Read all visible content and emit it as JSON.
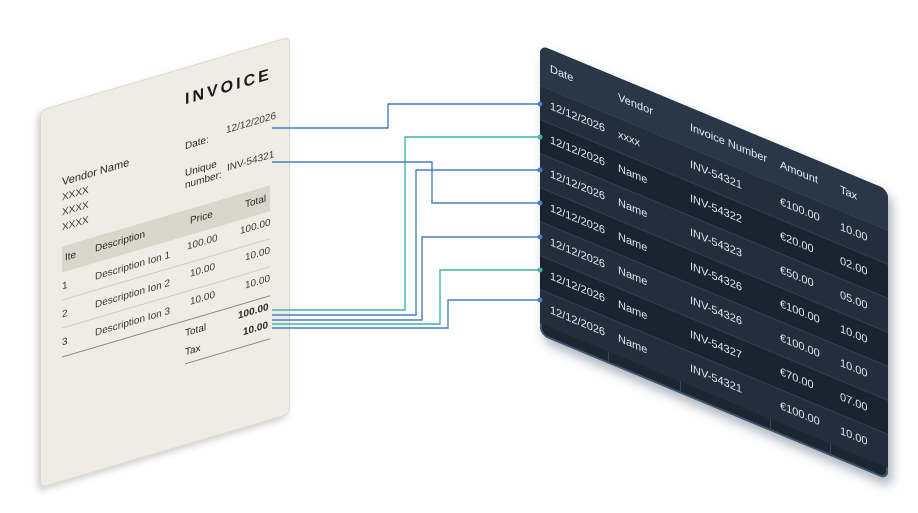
{
  "invoice": {
    "title": "INVOICE",
    "date_label": "Date:",
    "date_value": "12/12/2026",
    "unique_label_1": "Unique",
    "unique_label_2": "number:",
    "unique_value": "INV-54321",
    "vendor_name": "Vendor Name",
    "vendor_lines": [
      "XXXX",
      "XXXX",
      "XXXX"
    ],
    "headers": {
      "item": "Ite",
      "description": "Description",
      "price": "Price",
      "total": "Total"
    },
    "items": [
      {
        "n": "1",
        "desc": "Description Ion 1",
        "price": "100.00",
        "total": "100.00"
      },
      {
        "n": "2",
        "desc": "Description Ion 2",
        "price": "10.00",
        "total": "10.00"
      },
      {
        "n": "3",
        "desc": "Description Ion 3",
        "price": "10.00",
        "total": "10.00"
      }
    ],
    "total_label": "Total",
    "total_value": "100.00",
    "tax_label": "Tax",
    "tax_value": "10.00"
  },
  "table": {
    "columns": [
      "Date",
      "Vendor",
      "Invoice Number",
      "Amount",
      "Tax"
    ],
    "date": [
      "12/12/2026",
      "12/12/2026",
      "12/12/2026",
      "12/12/2026",
      "12/12/2026",
      "12/12/2026",
      "12/12/2026"
    ],
    "vendor": [
      "xxxx",
      "Name",
      "Name",
      "Name",
      "Name",
      "Name",
      "Name"
    ],
    "invoice_number": [
      "INV-54321",
      "INV-54322",
      "INV-54323",
      "INV-54326",
      "INV-54326",
      "INV-54327",
      "INV-54321"
    ],
    "amount": [
      "€100.00",
      "€20.00",
      "€50.00",
      "€100.00",
      "€100.00",
      "€70.00",
      "€100.00"
    ],
    "tax": [
      "10.00",
      "02.00",
      "05.00",
      "10.00",
      "10.00",
      "07.00",
      "10.00"
    ]
  },
  "colors": {
    "link_blue": "#4a7fc4",
    "link_teal": "#3fb6a4",
    "table_bg": "#1c2633",
    "paper": "#eeece4"
  }
}
